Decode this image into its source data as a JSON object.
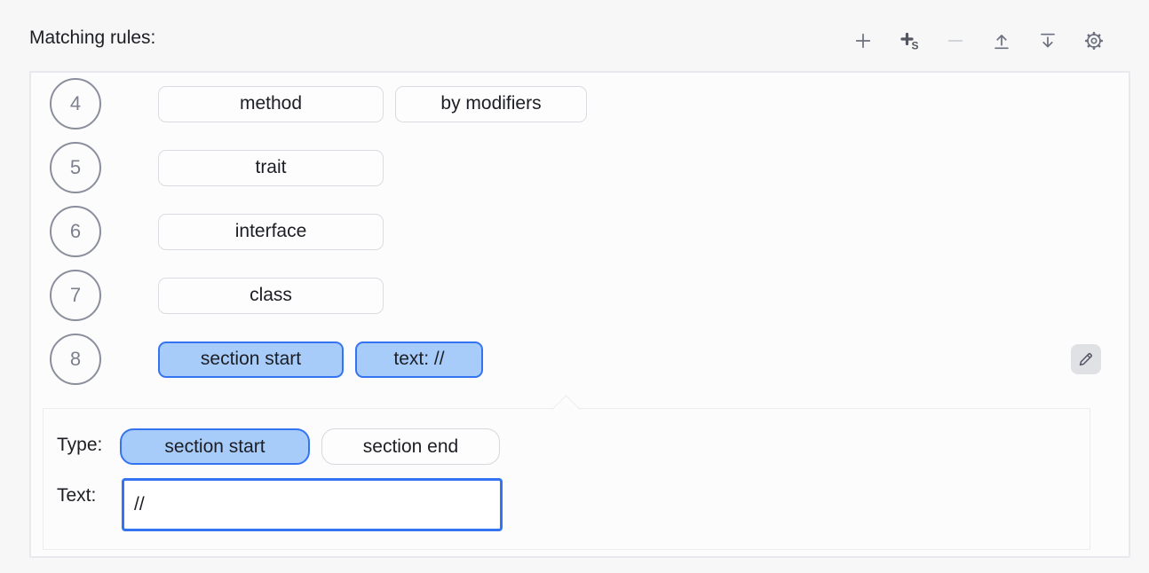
{
  "header": {
    "title": "Matching rules:"
  },
  "toolbar": {
    "add_section_badge": "S",
    "items": [
      {
        "icon": "add-icon",
        "enabled": true
      },
      {
        "icon": "add-section-icon",
        "enabled": true
      },
      {
        "icon": "remove-icon",
        "enabled": false
      },
      {
        "icon": "move-up-icon",
        "enabled": true
      },
      {
        "icon": "move-down-icon",
        "enabled": true
      },
      {
        "icon": "settings-gear-icon",
        "enabled": true
      }
    ]
  },
  "rules": [
    {
      "number": "4",
      "chips": [
        {
          "label": "method",
          "selected": false
        },
        {
          "label": "by modifiers",
          "selected": false
        }
      ]
    },
    {
      "number": "5",
      "chips": [
        {
          "label": "trait",
          "selected": false
        }
      ]
    },
    {
      "number": "6",
      "chips": [
        {
          "label": "interface",
          "selected": false
        }
      ]
    },
    {
      "number": "7",
      "chips": [
        {
          "label": "class",
          "selected": false
        }
      ]
    },
    {
      "number": "8",
      "chips": [
        {
          "label": "section start",
          "selected": true
        },
        {
          "label": "text: //",
          "selected": true
        }
      ]
    }
  ],
  "editor": {
    "type_label": "Type:",
    "type_options": [
      {
        "label": "section start",
        "selected": true
      },
      {
        "label": "section end",
        "selected": false
      }
    ],
    "text_label": "Text:",
    "text_value": "//"
  },
  "colors": {
    "accent_blue": "#3574F0",
    "selected_chip_fill": "#A7CCFA",
    "icon_gray": "#6C707E",
    "disabled_icon_gray": "#CDD0D9",
    "panel_background": "#FCFCFC",
    "page_background": "#F7F7F8"
  }
}
